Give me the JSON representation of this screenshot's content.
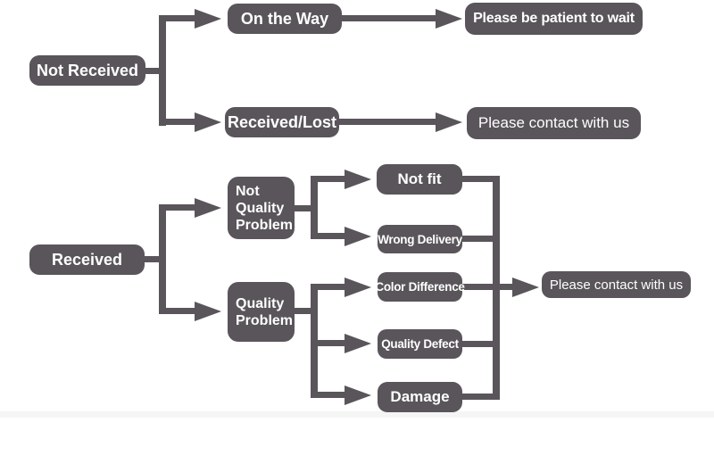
{
  "colors": {
    "node_fill": "#59555a",
    "connector": "#59555a",
    "node_text": "#ffffff",
    "background": "#ffffff"
  },
  "not_received_flow": {
    "root": "Not Received",
    "branch_transit": "On the Way",
    "outcome_wait": "Please be patient to wait",
    "branch_lost": "Received/Lost",
    "outcome_contact": "Please contact with us"
  },
  "received_flow": {
    "root": "Received",
    "branch_not_quality": "Not Quality Problem",
    "branch_quality": "Quality Problem",
    "reason_not_fit": "Not fit",
    "reason_wrong_delivery": "Wrong Delivery",
    "reason_color_difference": "Color Difference",
    "reason_quality_defect": "Quality Defect",
    "reason_damage": "Damage",
    "outcome_contact": "Please contact with us"
  }
}
